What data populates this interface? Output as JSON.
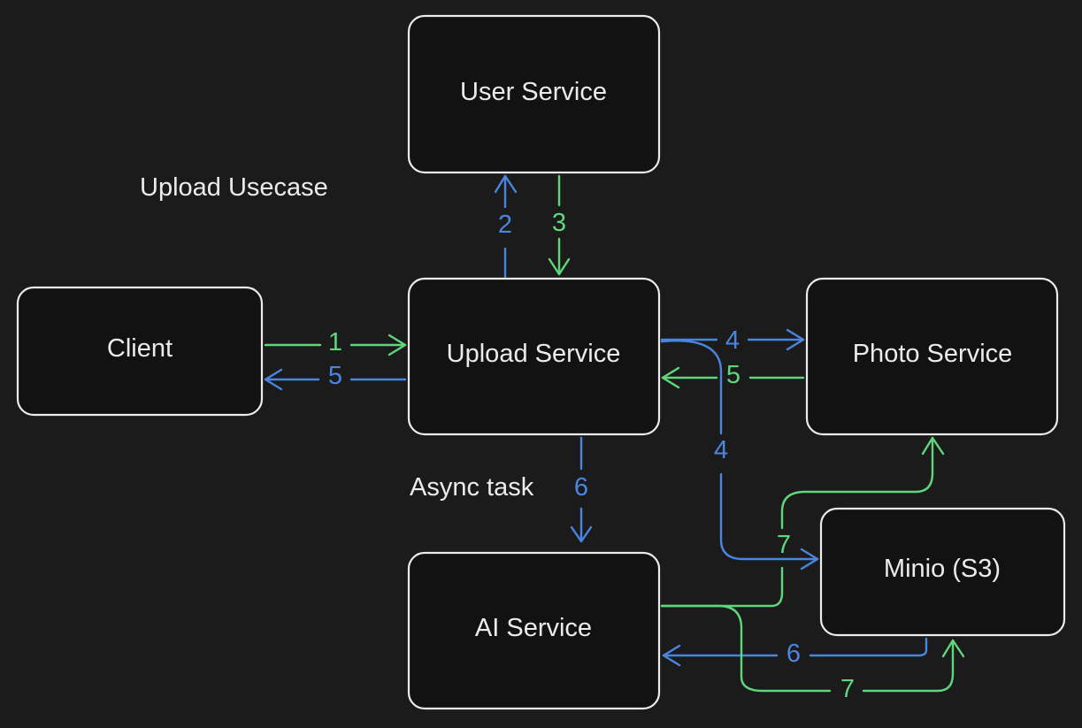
{
  "colors": {
    "background": "#1b1b1b",
    "box_fill": "#121212",
    "box_stroke": "#ebebeb",
    "text": "#ebebeb",
    "blue": "#4a86e0",
    "green": "#5fd67c"
  },
  "labels": {
    "usecase": "Upload Usecase",
    "async_task": "Async task"
  },
  "nodes": {
    "user_service": "User Service",
    "client": "Client",
    "upload_service": "Upload Service",
    "photo_service": "Photo Service",
    "ai_service": "AI Service",
    "minio": "Minio (S3)"
  },
  "steps": {
    "client_to_upload": "1",
    "upload_to_client": "5",
    "upload_to_user": "2",
    "user_to_upload": "3",
    "upload_to_photo": "4",
    "photo_to_upload": "5",
    "upload_to_minio": "4",
    "upload_to_ai": "6",
    "minio_to_ai": "6",
    "ai_to_photo": "7",
    "ai_to_minio": "7"
  }
}
